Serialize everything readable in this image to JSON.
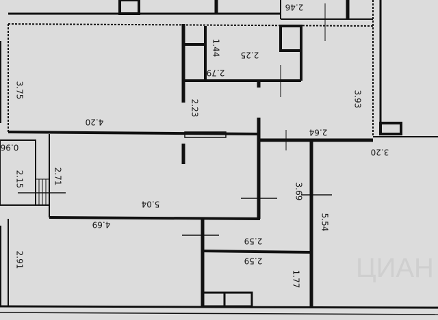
{
  "plan": {
    "watermark": "ЦИАН",
    "dimensions": {
      "top_room": "2.46",
      "closet_side": "1.44",
      "closet_width": "2.25",
      "closet_bottom": "2.79",
      "living_left": "3.75",
      "passage": "2.23",
      "kitchen_right": "3.93",
      "living_bottom": "4.20",
      "hall_top": "2.64",
      "right_room_top": "3.20",
      "small_room_top": "0.96",
      "small_room_side": "2.15",
      "bedroom_left": "2.71",
      "bedroom_bottom": "5.04",
      "corridor_side": "3.69",
      "right_room_side": "5.54",
      "bottom_room_top": "4.69",
      "bath_top": "2.59",
      "wc_top": "2.59",
      "bottom_room_left": "2.91",
      "wc_side": "1.77"
    }
  }
}
